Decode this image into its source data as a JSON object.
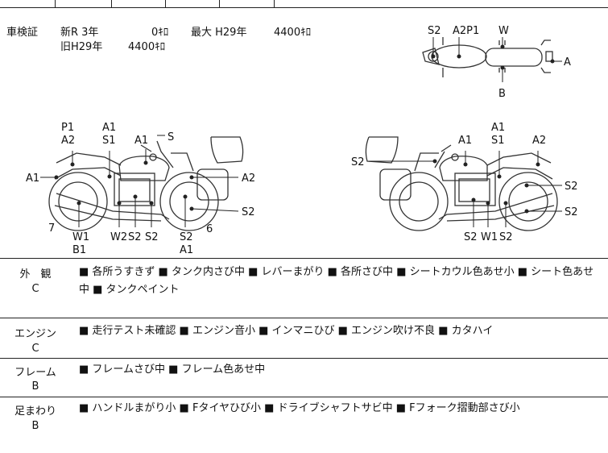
{
  "inspection": {
    "label": "車検証",
    "new_line1": "新R  3年",
    "new_km": "0ｷﾛ",
    "max_label": "最大 H29年",
    "max_km": "4400ｷﾛ",
    "old_line": "旧H29年",
    "old_km": "4400ｷﾛ"
  },
  "diagram": {
    "top_view": {
      "labels": [
        "S2",
        "A2P1",
        "W",
        "A",
        "B"
      ]
    },
    "left_side": {
      "labels": [
        "P1",
        "A2",
        "A1",
        "S1",
        "A1",
        "S",
        "A1",
        "A2",
        "S2",
        "7",
        "W1",
        "B1",
        "W2",
        "S2",
        "S2",
        "S2",
        "A1",
        "6"
      ]
    },
    "right_side": {
      "labels": [
        "A1",
        "S1",
        "A1",
        "A2",
        "S2",
        "S2",
        "S2",
        "S2",
        "W1",
        "S2"
      ]
    }
  },
  "conditions": [
    {
      "label": "外　観",
      "grade": "C",
      "text": "■ 各所うすきず ■ タンク内さび中 ■ レバーまがり ■ 各所さび中 ■ シートカウル色あせ小 ■ シート色あせ中 ■ タンクペイント"
    },
    {
      "label": "エンジン",
      "grade": "C",
      "text": "■ 走行テスト未確認 ■ エンジン音小 ■ インマニひび ■ エンジン吹け不良 ■ カタハイ"
    },
    {
      "label": "フレーム",
      "grade": "B",
      "text": "■ フレームさび中 ■ フレーム色あせ中"
    },
    {
      "label": "足まわり",
      "grade": "B",
      "text": "■ ハンドルまがり小 ■ Fタイヤひび小 ■ ドライブシャフトサビ中 ■ Fフォーク摺動部さび小"
    }
  ]
}
